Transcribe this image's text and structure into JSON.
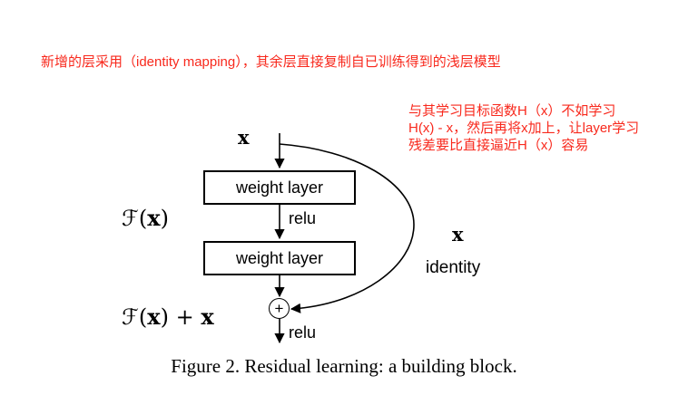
{
  "colors": {
    "annotation_red": "#f8291d",
    "diagram_ink": "#000000",
    "background": "#ffffff"
  },
  "annotations": {
    "top_note": "新增的层采用（identity mapping），其余层直接复制自已训练得到的浅层模型",
    "side_note_lines": [
      "与其学习目标函数H（x）不如学习",
      "H(x) - x，然后再将x加上，让layer学习",
      "残差要比直接逼近H（x）容易"
    ]
  },
  "diagram": {
    "input_label": "x",
    "weight_layer_1": "weight layer",
    "relu_mid": "relu",
    "weight_layer_2": "weight layer",
    "f_script": "ℱ",
    "open_paren": "(",
    "x_bold": "x",
    "close_paren": ")",
    "plus_mid": " + ",
    "plus_symbol": "+",
    "identity_x": "x",
    "identity_label": "identity",
    "relu_out": "relu"
  },
  "caption": "Figure 2. Residual learning: a building block."
}
